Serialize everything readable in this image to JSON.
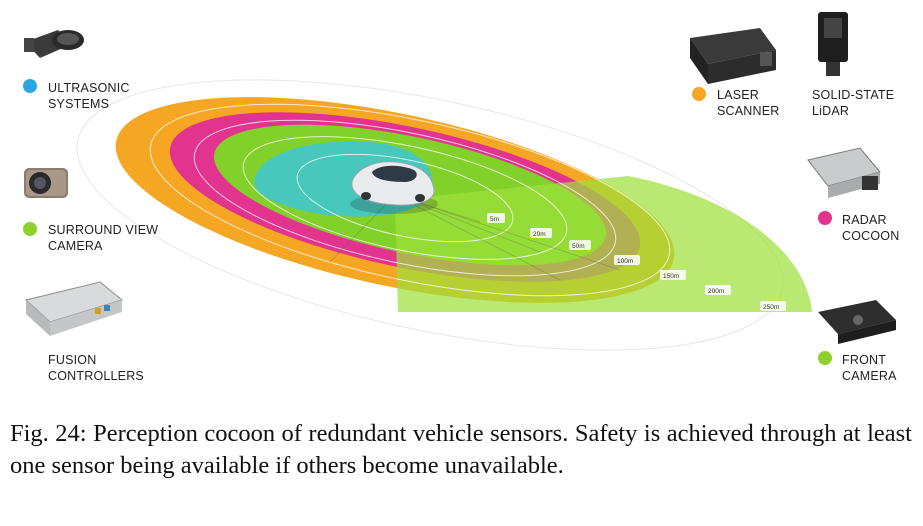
{
  "sensors": {
    "ultrasonic": {
      "line1": "ULTRASONIC",
      "line2": "SYSTEMS",
      "color": "#29a8e0"
    },
    "surround_view": {
      "line1": "SURROUND VIEW",
      "line2": "CAMERA",
      "color": "#8fd12b"
    },
    "fusion": {
      "line1": "FUSION",
      "line2": "CONTROLLERS"
    },
    "laser": {
      "line1": "LASER",
      "line2": "SCANNER",
      "color": "#f5a623"
    },
    "lidar": {
      "line1": "SOLID-STATE",
      "line2": "LiDAR"
    },
    "radar": {
      "line1": "RADAR",
      "line2": "COCOON",
      "color": "#e2338f"
    },
    "front_camera": {
      "line1": "FRONT",
      "line2": "CAMERA",
      "color": "#8fd12b"
    }
  },
  "distances": [
    "5m",
    "20m",
    "50m",
    "100m",
    "150m",
    "200m",
    "250m"
  ],
  "caption": "Fig. 24: Perception cocoon of redundant vehicle sensors. Safety is achieved through at least one sensor being available if others become unavailable."
}
